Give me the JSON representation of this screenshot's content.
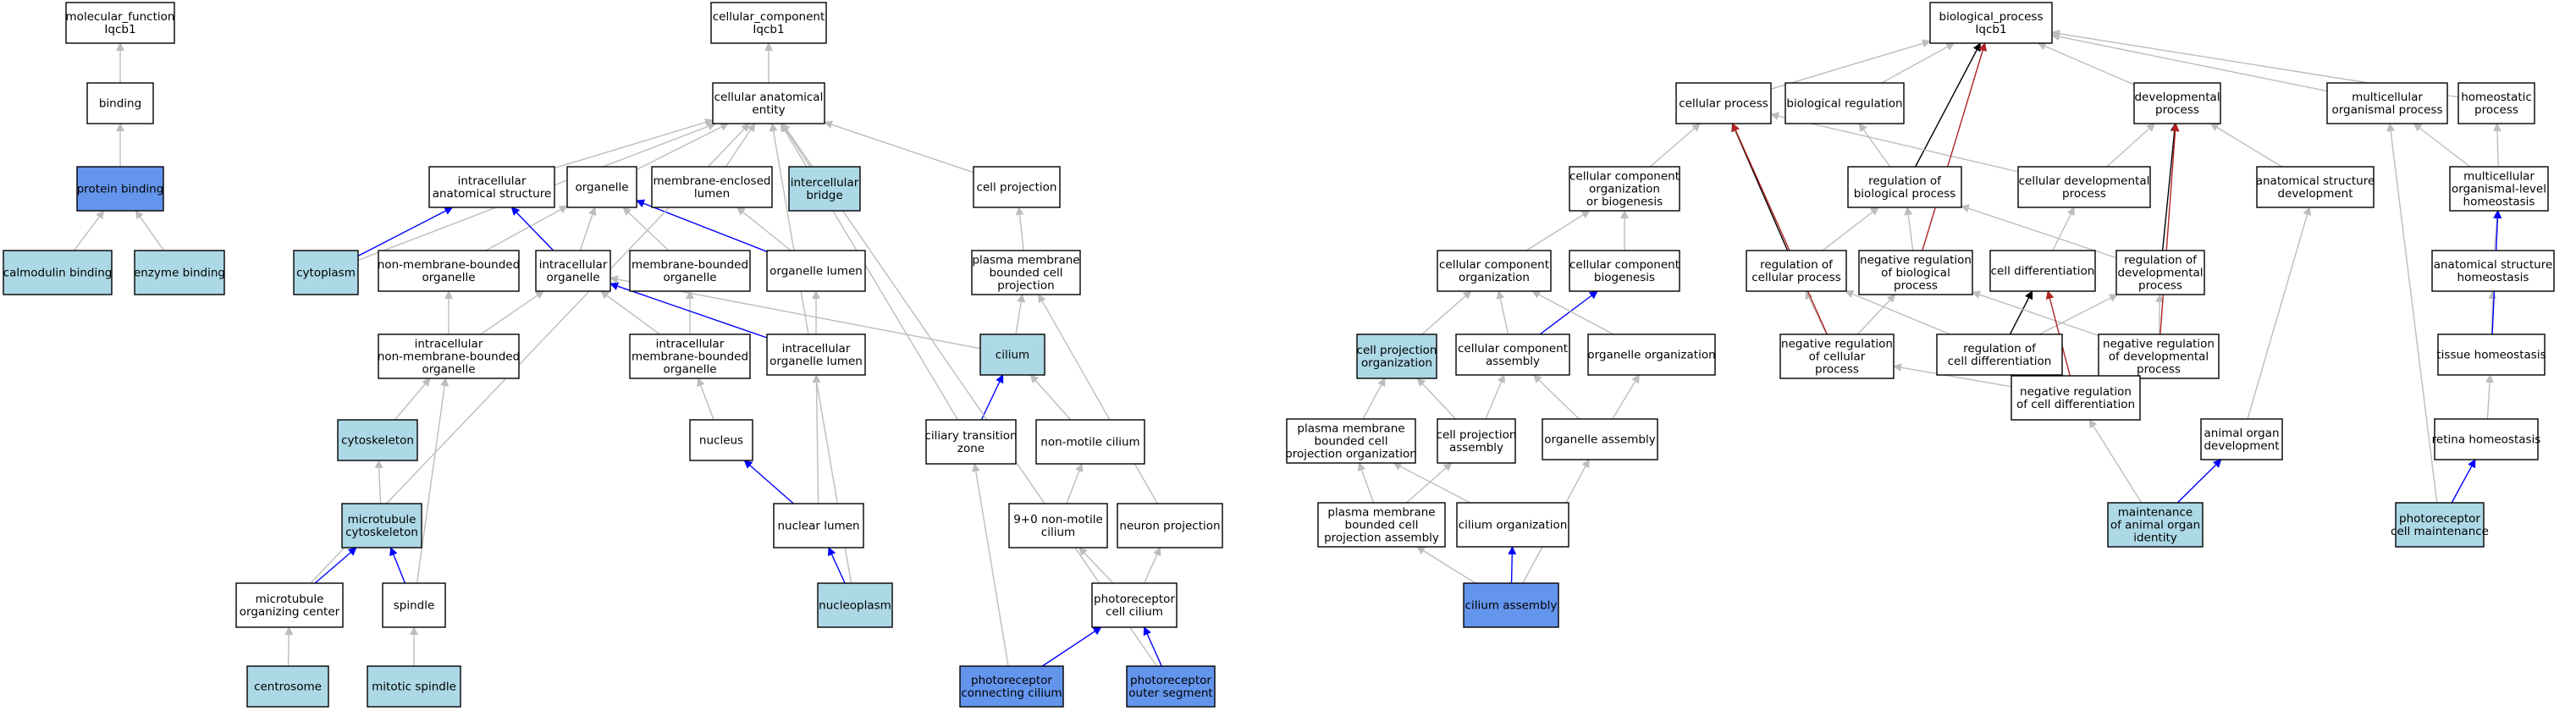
{
  "colors": {
    "root": "#ffffff",
    "plain": "#ffffff",
    "light": "#add8e6",
    "focus": "#6495ed",
    "is_a": "#bdbdbd",
    "part_of": "#0000ff",
    "regulates": "#000000",
    "negatively_regulates": "#b22222"
  },
  "nodes": [
    {
      "id": "mf",
      "lines": [
        "molecular_function",
        "Iqcb1"
      ],
      "style": "root"
    },
    {
      "id": "binding",
      "lines": [
        "binding"
      ],
      "style": "plain"
    },
    {
      "id": "protein_binding",
      "lines": [
        "protein binding"
      ],
      "style": "focus"
    },
    {
      "id": "calmodulin_binding",
      "lines": [
        "calmodulin binding"
      ],
      "style": "light"
    },
    {
      "id": "enzyme_binding",
      "lines": [
        "enzyme binding"
      ],
      "style": "light"
    },
    {
      "id": "cc",
      "lines": [
        "cellular_component",
        "Iqcb1"
      ],
      "style": "root"
    },
    {
      "id": "cae",
      "lines": [
        "cellular anatomical",
        "entity"
      ],
      "style": "plain"
    },
    {
      "id": "ias",
      "lines": [
        "intracellular",
        "anatomical structure"
      ],
      "style": "plain"
    },
    {
      "id": "organelle",
      "lines": [
        "organelle"
      ],
      "style": "plain"
    },
    {
      "id": "mel",
      "lines": [
        "membrane-enclosed",
        "lumen"
      ],
      "style": "plain"
    },
    {
      "id": "ib",
      "lines": [
        "intercellular",
        "bridge"
      ],
      "style": "light"
    },
    {
      "id": "cell_projection",
      "lines": [
        "cell projection"
      ],
      "style": "plain"
    },
    {
      "id": "cytoplasm",
      "lines": [
        "cytoplasm"
      ],
      "style": "light"
    },
    {
      "id": "nmbo",
      "lines": [
        "non-membrane-bounded",
        "organelle"
      ],
      "style": "plain"
    },
    {
      "id": "io",
      "lines": [
        "intracellular",
        "organelle"
      ],
      "style": "plain"
    },
    {
      "id": "mbo",
      "lines": [
        "membrane-bounded",
        "organelle"
      ],
      "style": "plain"
    },
    {
      "id": "ol",
      "lines": [
        "organelle lumen"
      ],
      "style": "plain"
    },
    {
      "id": "pmbcp",
      "lines": [
        "plasma membrane",
        "bounded cell",
        "projection"
      ],
      "style": "plain"
    },
    {
      "id": "inmbo",
      "lines": [
        "intracellular",
        "non-membrane-bounded",
        "organelle"
      ],
      "style": "plain"
    },
    {
      "id": "imbo",
      "lines": [
        "intracellular",
        "membrane-bounded",
        "organelle"
      ],
      "style": "plain"
    },
    {
      "id": "iol",
      "lines": [
        "intracellular",
        "organelle lumen"
      ],
      "style": "plain"
    },
    {
      "id": "cilium",
      "lines": [
        "cilium"
      ],
      "style": "light"
    },
    {
      "id": "cytoskeleton",
      "lines": [
        "cytoskeleton"
      ],
      "style": "light"
    },
    {
      "id": "nucleus",
      "lines": [
        "nucleus"
      ],
      "style": "plain"
    },
    {
      "id": "ctz",
      "lines": [
        "ciliary transition",
        "zone"
      ],
      "style": "plain"
    },
    {
      "id": "nmc",
      "lines": [
        "non-motile cilium"
      ],
      "style": "plain"
    },
    {
      "id": "mtc",
      "lines": [
        "microtubule",
        "cytoskeleton"
      ],
      "style": "light"
    },
    {
      "id": "nuclear_lumen",
      "lines": [
        "nuclear lumen"
      ],
      "style": "plain"
    },
    {
      "id": "nine_zero",
      "lines": [
        "9+0 non-motile",
        "cilium"
      ],
      "style": "plain"
    },
    {
      "id": "neuron_projection",
      "lines": [
        "neuron projection"
      ],
      "style": "plain"
    },
    {
      "id": "mtoc",
      "lines": [
        "microtubule",
        "organizing center"
      ],
      "style": "plain"
    },
    {
      "id": "spindle",
      "lines": [
        "spindle"
      ],
      "style": "plain"
    },
    {
      "id": "nucleoplasm",
      "lines": [
        "nucleoplasm"
      ],
      "style": "light"
    },
    {
      "id": "prcc",
      "lines": [
        "photoreceptor",
        "cell cilium"
      ],
      "style": "plain"
    },
    {
      "id": "centrosome",
      "lines": [
        "centrosome"
      ],
      "style": "light"
    },
    {
      "id": "mitotic_spindle",
      "lines": [
        "mitotic spindle"
      ],
      "style": "light"
    },
    {
      "id": "pcc",
      "lines": [
        "photoreceptor",
        "connecting cilium"
      ],
      "style": "focus"
    },
    {
      "id": "pos",
      "lines": [
        "photoreceptor",
        "outer segment"
      ],
      "style": "focus"
    },
    {
      "id": "bp",
      "lines": [
        "biological_process",
        "Iqcb1"
      ],
      "style": "root"
    },
    {
      "id": "cellular_process",
      "lines": [
        "cellular process"
      ],
      "style": "plain"
    },
    {
      "id": "biological_regulation",
      "lines": [
        "biological regulation"
      ],
      "style": "plain"
    },
    {
      "id": "developmental_process",
      "lines": [
        "developmental",
        "process"
      ],
      "style": "plain"
    },
    {
      "id": "mop",
      "lines": [
        "multicellular",
        "organismal process"
      ],
      "style": "plain"
    },
    {
      "id": "homeostatic_process",
      "lines": [
        "homeostatic",
        "process"
      ],
      "style": "plain"
    },
    {
      "id": "ccob",
      "lines": [
        "cellular component",
        "organization",
        "or biogenesis"
      ],
      "style": "plain"
    },
    {
      "id": "robp",
      "lines": [
        "regulation of",
        "biological process"
      ],
      "style": "plain"
    },
    {
      "id": "cdp",
      "lines": [
        "cellular developmental",
        "process"
      ],
      "style": "plain"
    },
    {
      "id": "asd",
      "lines": [
        "anatomical structure",
        "development"
      ],
      "style": "plain"
    },
    {
      "id": "molh",
      "lines": [
        "multicellular",
        "organismal-level",
        "homeostasis"
      ],
      "style": "plain"
    },
    {
      "id": "cco",
      "lines": [
        "cellular component",
        "organization"
      ],
      "style": "plain"
    },
    {
      "id": "ccb",
      "lines": [
        "cellular component",
        "biogenesis"
      ],
      "style": "plain"
    },
    {
      "id": "rocp",
      "lines": [
        "regulation of",
        "cellular process"
      ],
      "style": "plain"
    },
    {
      "id": "nrobp",
      "lines": [
        "negative regulation",
        "of biological",
        "process"
      ],
      "style": "plain"
    },
    {
      "id": "cell_differentiation",
      "lines": [
        "cell differentiation"
      ],
      "style": "plain"
    },
    {
      "id": "rodp",
      "lines": [
        "regulation of",
        "developmental",
        "process"
      ],
      "style": "plain"
    },
    {
      "id": "ash",
      "lines": [
        "anatomical structure",
        "homeostasis"
      ],
      "style": "plain"
    },
    {
      "id": "cpo",
      "lines": [
        "cell projection",
        "organization"
      ],
      "style": "light"
    },
    {
      "id": "cca",
      "lines": [
        "cellular component",
        "assembly"
      ],
      "style": "plain"
    },
    {
      "id": "oo",
      "lines": [
        "organelle organization"
      ],
      "style": "plain"
    },
    {
      "id": "nrocp",
      "lines": [
        "negative regulation",
        "of cellular",
        "process"
      ],
      "style": "plain"
    },
    {
      "id": "rocd",
      "lines": [
        "regulation of",
        "cell differentiation"
      ],
      "style": "plain"
    },
    {
      "id": "nrodp",
      "lines": [
        "negative regulation",
        "of developmental",
        "process"
      ],
      "style": "plain"
    },
    {
      "id": "th",
      "lines": [
        "tissue homeostasis"
      ],
      "style": "plain"
    },
    {
      "id": "pmbcpo",
      "lines": [
        "plasma membrane",
        "bounded cell",
        "projection organization"
      ],
      "style": "plain"
    },
    {
      "id": "cpa",
      "lines": [
        "cell projection",
        "assembly"
      ],
      "style": "plain"
    },
    {
      "id": "oa",
      "lines": [
        "organelle assembly"
      ],
      "style": "plain"
    },
    {
      "id": "nrocd",
      "lines": [
        "negative regulation",
        "of cell differentiation"
      ],
      "style": "plain"
    },
    {
      "id": "aod",
      "lines": [
        "animal organ",
        "development"
      ],
      "style": "plain"
    },
    {
      "id": "rh",
      "lines": [
        "retina homeostasis"
      ],
      "style": "plain"
    },
    {
      "id": "pmbcpa",
      "lines": [
        "plasma membrane",
        "bounded cell",
        "projection assembly"
      ],
      "style": "plain"
    },
    {
      "id": "cilium_organization",
      "lines": [
        "cilium organization"
      ],
      "style": "plain"
    },
    {
      "id": "moaoi",
      "lines": [
        "maintenance",
        "of animal organ",
        "identity"
      ],
      "style": "light"
    },
    {
      "id": "pcm",
      "lines": [
        "photoreceptor",
        "cell maintenance"
      ],
      "style": "light"
    },
    {
      "id": "cilium_assembly",
      "lines": [
        "cilium assembly"
      ],
      "style": "focus"
    }
  ],
  "edges": [
    {
      "from": "binding",
      "to": "mf",
      "rel": "is_a"
    },
    {
      "from": "protein_binding",
      "to": "binding",
      "rel": "is_a"
    },
    {
      "from": "calmodulin_binding",
      "to": "protein_binding",
      "rel": "is_a"
    },
    {
      "from": "enzyme_binding",
      "to": "protein_binding",
      "rel": "is_a"
    },
    {
      "from": "cae",
      "to": "cc",
      "rel": "is_a"
    },
    {
      "from": "ias",
      "to": "cae",
      "rel": "is_a"
    },
    {
      "from": "organelle",
      "to": "cae",
      "rel": "is_a"
    },
    {
      "from": "mel",
      "to": "cae",
      "rel": "is_a"
    },
    {
      "from": "ib",
      "to": "cae",
      "rel": "is_a"
    },
    {
      "from": "cell_projection",
      "to": "cae",
      "rel": "is_a"
    },
    {
      "from": "cytoplasm",
      "to": "cae",
      "rel": "is_a"
    },
    {
      "from": "cytoplasm",
      "to": "ias",
      "rel": "part_of"
    },
    {
      "from": "nmbo",
      "to": "organelle",
      "rel": "is_a"
    },
    {
      "from": "io",
      "to": "organelle",
      "rel": "is_a"
    },
    {
      "from": "io",
      "to": "ias",
      "rel": "part_of"
    },
    {
      "from": "mbo",
      "to": "organelle",
      "rel": "is_a"
    },
    {
      "from": "ol",
      "to": "mel",
      "rel": "is_a"
    },
    {
      "from": "ol",
      "to": "organelle",
      "rel": "part_of"
    },
    {
      "from": "pmbcp",
      "to": "cell_projection",
      "rel": "is_a"
    },
    {
      "from": "inmbo",
      "to": "nmbo",
      "rel": "is_a"
    },
    {
      "from": "inmbo",
      "to": "io",
      "rel": "is_a"
    },
    {
      "from": "imbo",
      "to": "mbo",
      "rel": "is_a"
    },
    {
      "from": "imbo",
      "to": "io",
      "rel": "is_a"
    },
    {
      "from": "iol",
      "to": "ol",
      "rel": "is_a"
    },
    {
      "from": "iol",
      "to": "io",
      "rel": "part_of"
    },
    {
      "from": "cilium",
      "to": "pmbcp",
      "rel": "is_a"
    },
    {
      "from": "cilium",
      "to": "io",
      "rel": "is_a"
    },
    {
      "from": "cytoskeleton",
      "to": "inmbo",
      "rel": "is_a"
    },
    {
      "from": "nucleus",
      "to": "imbo",
      "rel": "is_a"
    },
    {
      "from": "ctz",
      "to": "cilium",
      "rel": "part_of"
    },
    {
      "from": "ctz",
      "to": "cae",
      "rel": "is_a"
    },
    {
      "from": "nmc",
      "to": "cilium",
      "rel": "is_a"
    },
    {
      "from": "mtc",
      "to": "cytoskeleton",
      "rel": "is_a"
    },
    {
      "from": "nuclear_lumen",
      "to": "iol",
      "rel": "is_a"
    },
    {
      "from": "nuclear_lumen",
      "to": "nucleus",
      "rel": "part_of"
    },
    {
      "from": "nine_zero",
      "to": "nmc",
      "rel": "is_a"
    },
    {
      "from": "neuron_projection",
      "to": "pmbcp",
      "rel": "is_a"
    },
    {
      "from": "mtoc",
      "to": "mtc",
      "rel": "part_of"
    },
    {
      "from": "mtoc",
      "to": "cae",
      "rel": "is_a"
    },
    {
      "from": "spindle",
      "to": "mtc",
      "rel": "part_of"
    },
    {
      "from": "spindle",
      "to": "inmbo",
      "rel": "is_a"
    },
    {
      "from": "nucleoplasm",
      "to": "nuclear_lumen",
      "rel": "part_of"
    },
    {
      "from": "nucleoplasm",
      "to": "cae",
      "rel": "is_a"
    },
    {
      "from": "prcc",
      "to": "nine_zero",
      "rel": "is_a"
    },
    {
      "from": "prcc",
      "to": "neuron_projection",
      "rel": "is_a"
    },
    {
      "from": "centrosome",
      "to": "mtoc",
      "rel": "is_a"
    },
    {
      "from": "mitotic_spindle",
      "to": "spindle",
      "rel": "is_a"
    },
    {
      "from": "pcc",
      "to": "prcc",
      "rel": "part_of"
    },
    {
      "from": "pcc",
      "to": "ctz",
      "rel": "is_a"
    },
    {
      "from": "pos",
      "to": "prcc",
      "rel": "part_of"
    },
    {
      "from": "pos",
      "to": "cae",
      "rel": "is_a"
    },
    {
      "from": "cellular_process",
      "to": "bp",
      "rel": "is_a"
    },
    {
      "from": "biological_regulation",
      "to": "bp",
      "rel": "is_a"
    },
    {
      "from": "developmental_process",
      "to": "bp",
      "rel": "is_a"
    },
    {
      "from": "mop",
      "to": "bp",
      "rel": "is_a"
    },
    {
      "from": "homeostatic_process",
      "to": "bp",
      "rel": "is_a"
    },
    {
      "from": "ccob",
      "to": "cellular_process",
      "rel": "is_a"
    },
    {
      "from": "robp",
      "to": "biological_regulation",
      "rel": "is_a"
    },
    {
      "from": "robp",
      "to": "bp",
      "rel": "regulates"
    },
    {
      "from": "cdp",
      "to": "cellular_process",
      "rel": "is_a"
    },
    {
      "from": "cdp",
      "to": "developmental_process",
      "rel": "is_a"
    },
    {
      "from": "asd",
      "to": "developmental_process",
      "rel": "is_a"
    },
    {
      "from": "molh",
      "to": "mop",
      "rel": "is_a"
    },
    {
      "from": "molh",
      "to": "homeostatic_process",
      "rel": "is_a"
    },
    {
      "from": "cco",
      "to": "ccob",
      "rel": "is_a"
    },
    {
      "from": "ccb",
      "to": "ccob",
      "rel": "is_a"
    },
    {
      "from": "rocp",
      "to": "robp",
      "rel": "is_a"
    },
    {
      "from": "rocp",
      "to": "cellular_process",
      "rel": "regulates"
    },
    {
      "from": "nrobp",
      "to": "robp",
      "rel": "is_a"
    },
    {
      "from": "nrobp",
      "to": "bp",
      "rel": "negatively_regulates"
    },
    {
      "from": "cell_differentiation",
      "to": "cdp",
      "rel": "is_a"
    },
    {
      "from": "rodp",
      "to": "robp",
      "rel": "is_a"
    },
    {
      "from": "rodp",
      "to": "developmental_process",
      "rel": "regulates"
    },
    {
      "from": "ash",
      "to": "molh",
      "rel": "is_a"
    },
    {
      "from": "cpo",
      "to": "cco",
      "rel": "is_a"
    },
    {
      "from": "cca",
      "to": "cco",
      "rel": "is_a"
    },
    {
      "from": "cca",
      "to": "ccb",
      "rel": "part_of"
    },
    {
      "from": "oo",
      "to": "cco",
      "rel": "is_a"
    },
    {
      "from": "nrocp",
      "to": "rocp",
      "rel": "is_a"
    },
    {
      "from": "nrocp",
      "to": "nrobp",
      "rel": "is_a"
    },
    {
      "from": "nrocp",
      "to": "cellular_process",
      "rel": "negatively_regulates"
    },
    {
      "from": "rocd",
      "to": "cell_differentiation",
      "rel": "regulates"
    },
    {
      "from": "rocd",
      "to": "rodp",
      "rel": "is_a"
    },
    {
      "from": "rocd",
      "to": "rocp",
      "rel": "is_a"
    },
    {
      "from": "nrodp",
      "to": "rodp",
      "rel": "is_a"
    },
    {
      "from": "nrodp",
      "to": "nrobp",
      "rel": "is_a"
    },
    {
      "from": "nrodp",
      "to": "developmental_process",
      "rel": "negatively_regulates"
    },
    {
      "from": "th",
      "to": "ash",
      "rel": "is_a"
    },
    {
      "from": "th",
      "to": "molh",
      "rel": "part_of"
    },
    {
      "from": "pmbcpo",
      "to": "cpo",
      "rel": "is_a"
    },
    {
      "from": "cpa",
      "to": "cpo",
      "rel": "is_a"
    },
    {
      "from": "cpa",
      "to": "cca",
      "rel": "is_a"
    },
    {
      "from": "oa",
      "to": "cca",
      "rel": "is_a"
    },
    {
      "from": "oa",
      "to": "oo",
      "rel": "is_a"
    },
    {
      "from": "nrocd",
      "to": "rocd",
      "rel": "is_a"
    },
    {
      "from": "nrocd",
      "to": "nrodp",
      "rel": "is_a"
    },
    {
      "from": "nrocd",
      "to": "nrocp",
      "rel": "is_a"
    },
    {
      "from": "nrocd",
      "to": "cell_differentiation",
      "rel": "negatively_regulates"
    },
    {
      "from": "aod",
      "to": "asd",
      "rel": "is_a"
    },
    {
      "from": "rh",
      "to": "th",
      "rel": "is_a"
    },
    {
      "from": "pmbcpa",
      "to": "pmbcpo",
      "rel": "is_a"
    },
    {
      "from": "pmbcpa",
      "to": "cpa",
      "rel": "is_a"
    },
    {
      "from": "cilium_organization",
      "to": "pmbcpo",
      "rel": "is_a"
    },
    {
      "from": "moaoi",
      "to": "aod",
      "rel": "part_of"
    },
    {
      "from": "moaoi",
      "to": "nrocd",
      "rel": "is_a"
    },
    {
      "from": "pcm",
      "to": "rh",
      "rel": "part_of"
    },
    {
      "from": "pcm",
      "to": "mop",
      "rel": "is_a"
    },
    {
      "from": "cilium_assembly",
      "to": "pmbcpa",
      "rel": "is_a"
    },
    {
      "from": "cilium_assembly",
      "to": "cilium_organization",
      "rel": "part_of"
    },
    {
      "from": "cilium_assembly",
      "to": "oa",
      "rel": "is_a"
    }
  ]
}
